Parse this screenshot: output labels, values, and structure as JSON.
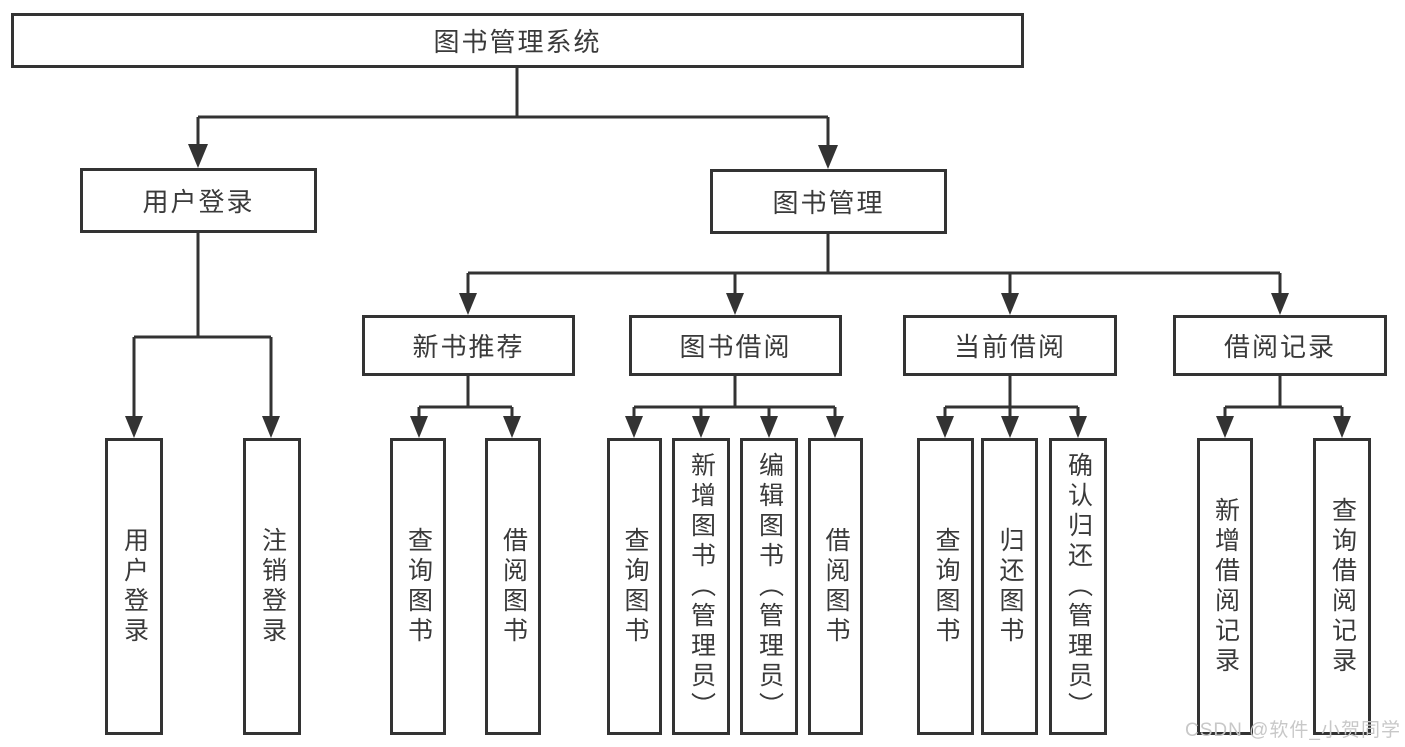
{
  "diagram_type": "tree",
  "nodes": {
    "root": "图书管理系统",
    "user_login": "用户登录",
    "book_management": "图书管理",
    "new_book_recommend": "新书推荐",
    "book_borrow": "图书借阅",
    "current_borrow": "当前借阅",
    "borrow_records": "借阅记录",
    "leaf_user_login": "用户登录",
    "leaf_logout": "注销登录",
    "leaf_rec_query_books": "查询图书",
    "leaf_rec_borrow_books": "借阅图书",
    "leaf_bb_query_books": "查询图书",
    "leaf_bb_add_books": "新增图书（管理员）",
    "leaf_bb_edit_books": "编辑图书（管理员）",
    "leaf_bb_borrow_books": "借阅图书",
    "leaf_cb_query_books": "查询图书",
    "leaf_cb_return_books": "归还图书",
    "leaf_cb_confirm_return": "确认归还（管理员）",
    "leaf_br_add_record": "新增借阅记录",
    "leaf_br_query_record": "查询借阅记录"
  },
  "edges": [
    [
      "root",
      "user_login"
    ],
    [
      "root",
      "book_management"
    ],
    [
      "user_login",
      "leaf_user_login"
    ],
    [
      "user_login",
      "leaf_logout"
    ],
    [
      "book_management",
      "new_book_recommend"
    ],
    [
      "book_management",
      "book_borrow"
    ],
    [
      "book_management",
      "current_borrow"
    ],
    [
      "book_management",
      "borrow_records"
    ],
    [
      "new_book_recommend",
      "leaf_rec_query_books"
    ],
    [
      "new_book_recommend",
      "leaf_rec_borrow_books"
    ],
    [
      "book_borrow",
      "leaf_bb_query_books"
    ],
    [
      "book_borrow",
      "leaf_bb_add_books"
    ],
    [
      "book_borrow",
      "leaf_bb_edit_books"
    ],
    [
      "book_borrow",
      "leaf_bb_borrow_books"
    ],
    [
      "current_borrow",
      "leaf_cb_query_books"
    ],
    [
      "current_borrow",
      "leaf_cb_return_books"
    ],
    [
      "current_borrow",
      "leaf_cb_confirm_return"
    ],
    [
      "borrow_records",
      "leaf_br_add_record"
    ],
    [
      "borrow_records",
      "leaf_br_query_record"
    ]
  ],
  "watermark": "CSDN @软件_小贺同学",
  "colors": {
    "line": "#333333",
    "box_border": "#333333",
    "text": "#3a3a3a",
    "box_background": "#ffffff",
    "page_background": "#ffffff",
    "watermark": "#c8c8c8"
  }
}
